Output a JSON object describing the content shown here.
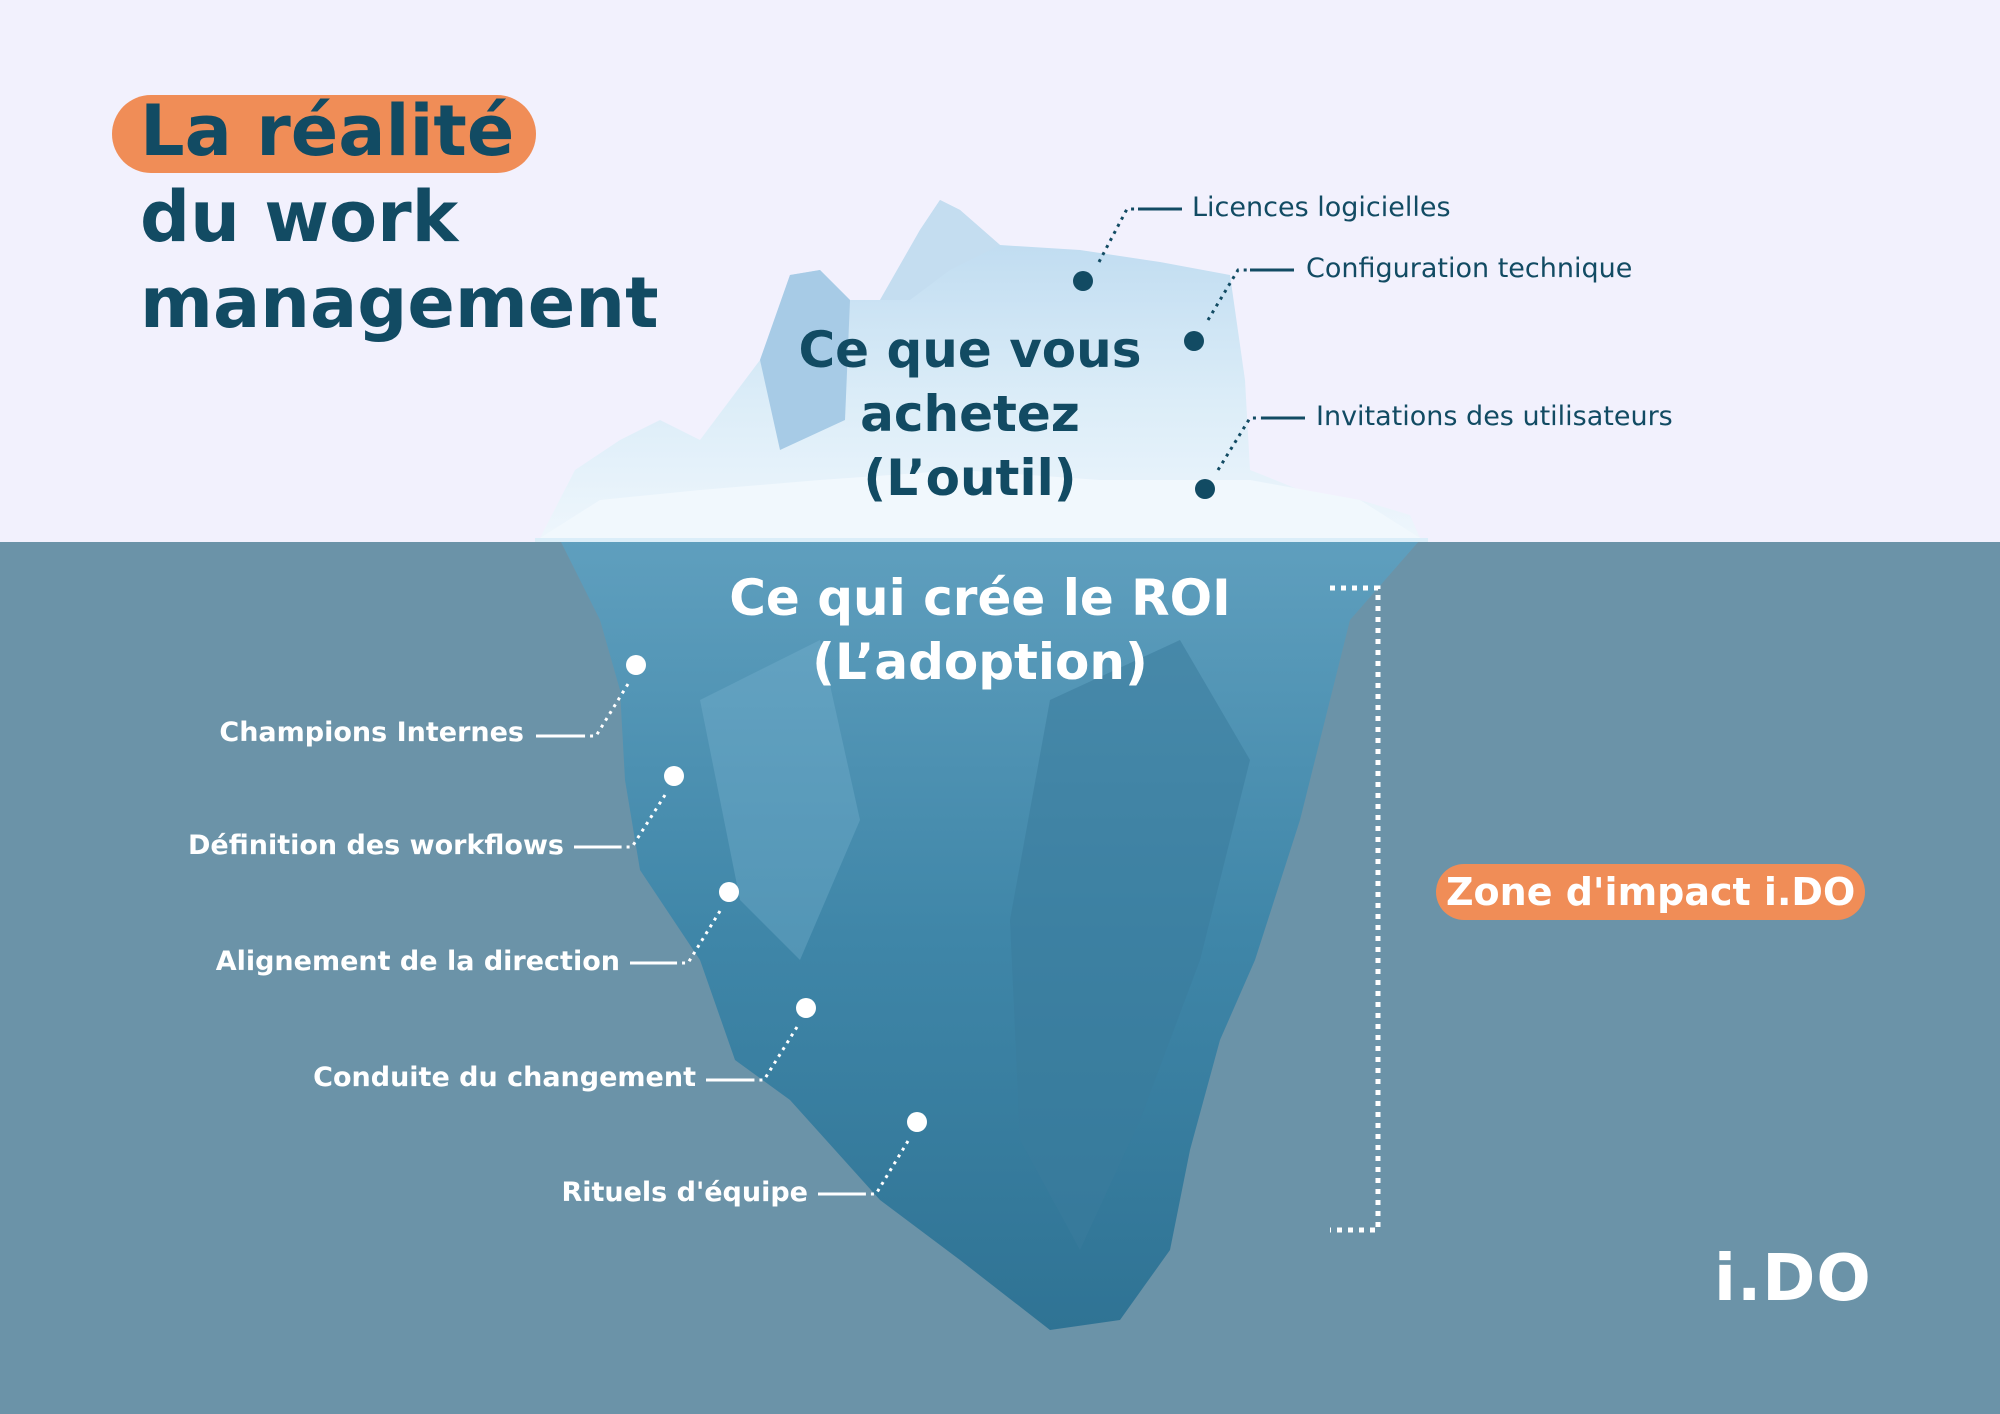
{
  "title": {
    "line1": "La réalité",
    "line2": "du work",
    "line3": "management"
  },
  "top_section": {
    "heading_line1": "Ce que vous",
    "heading_line2": "achetez",
    "heading_line3": "(L’outil)",
    "items": [
      "Licences logicielles",
      "Configuration technique",
      "Invitations des utilisateurs"
    ]
  },
  "bottom_section": {
    "heading_line1": "Ce qui crée le ROI",
    "heading_line2": "(L’adoption)",
    "items": [
      "Champions Internes",
      "Définition des workflows",
      "Alignement de la direction",
      "Conduite du changement",
      "Rituels d'équipe"
    ]
  },
  "zone_label": "Zone d'impact i.DO",
  "logo_text": "i.DO",
  "colors": {
    "sky": "#f2f1fd",
    "sea": "#6b93a8",
    "navy": "#124b63",
    "accent": "#f08d57"
  }
}
